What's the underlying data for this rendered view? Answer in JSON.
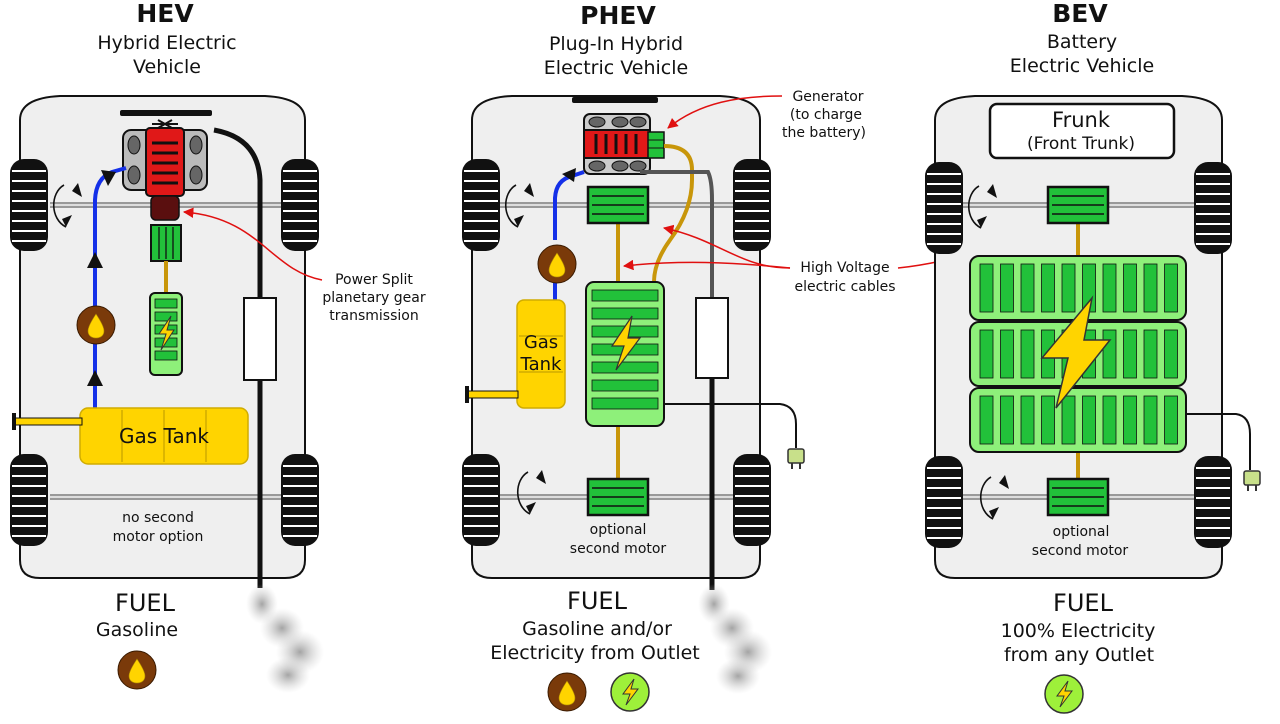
{
  "hev": {
    "title": "HEV",
    "subtitle_1": "Hybrid Electric",
    "subtitle_2": "Vehicle",
    "tank_label": "Gas Tank",
    "motor_note_1": "no second",
    "motor_note_2": "motor option",
    "fuel_heading": "FUEL",
    "fuel_line_1": "Gasoline"
  },
  "phev": {
    "title": "PHEV",
    "subtitle_1": "Plug-In Hybrid",
    "subtitle_2": "Electric Vehicle",
    "tank_label_1": "Gas",
    "tank_label_2": "Tank",
    "motor_note_1": "optional",
    "motor_note_2": "second motor",
    "fuel_heading": "FUEL",
    "fuel_line_1": "Gasoline and/or",
    "fuel_line_2": "Electricity from Outlet"
  },
  "bev": {
    "title": "BEV",
    "subtitle_1": "Battery",
    "subtitle_2": "Electric Vehicle",
    "frunk_1": "Frunk",
    "frunk_2": "(Front Trunk)",
    "motor_note_1": "optional",
    "motor_note_2": "second motor",
    "fuel_heading": "FUEL",
    "fuel_line_1": "100% Electricity",
    "fuel_line_2": "from any Outlet"
  },
  "callouts": {
    "power_split_1": "Power Split",
    "power_split_2": "planetary gear",
    "power_split_3": "transmission",
    "generator_1": "Generator",
    "generator_2": "(to charge",
    "generator_3": "the battery)",
    "hv_cables_1": "High Voltage",
    "hv_cables_2": "electric cables"
  },
  "colors": {
    "tank_yellow": "#ffd400",
    "battery_green": "#8ef07a",
    "motor_green": "#22c13a",
    "engine_red": "#e01818",
    "fuel_line_blue": "#1430e8",
    "hv_cable_gold": "#c8960a",
    "drop_brown": "#7a3a0a",
    "callout_red": "#e01010"
  }
}
